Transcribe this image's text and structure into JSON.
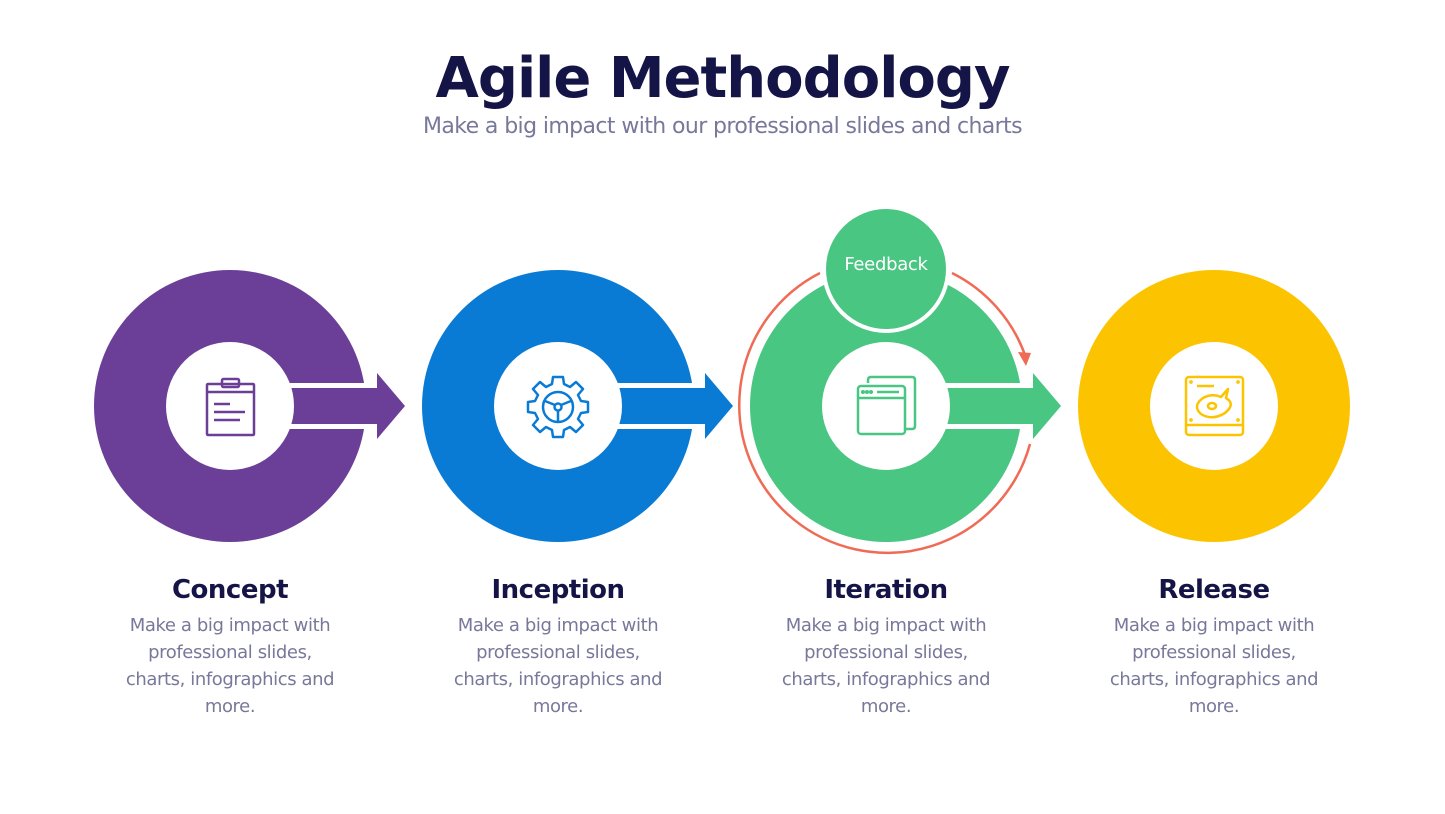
{
  "header": {
    "title": "Agile Methodology",
    "subtitle": "Make a big impact with our professional slides and charts"
  },
  "steps": [
    {
      "title": "Concept",
      "description": "Make a big impact with professional slides, charts, infographics and more.",
      "icon": "clipboard-icon",
      "color": "#6b3f98"
    },
    {
      "title": "Inception",
      "description": "Make a big impact with professional slides, charts, infographics and more.",
      "icon": "gear-steering-icon",
      "color": "#0a7bd5"
    },
    {
      "title": "Iteration",
      "description": "Make a big impact with professional slides, charts, infographics and more.",
      "icon": "browser-windows-icon",
      "color": "#4ac683"
    },
    {
      "title": "Release",
      "description": "Make a big impact with professional slides, charts, infographics and more.",
      "icon": "hard-drive-icon",
      "color": "#fcc400"
    }
  ],
  "feedback": {
    "label": "Feedback",
    "loop_color": "#f06b55"
  }
}
